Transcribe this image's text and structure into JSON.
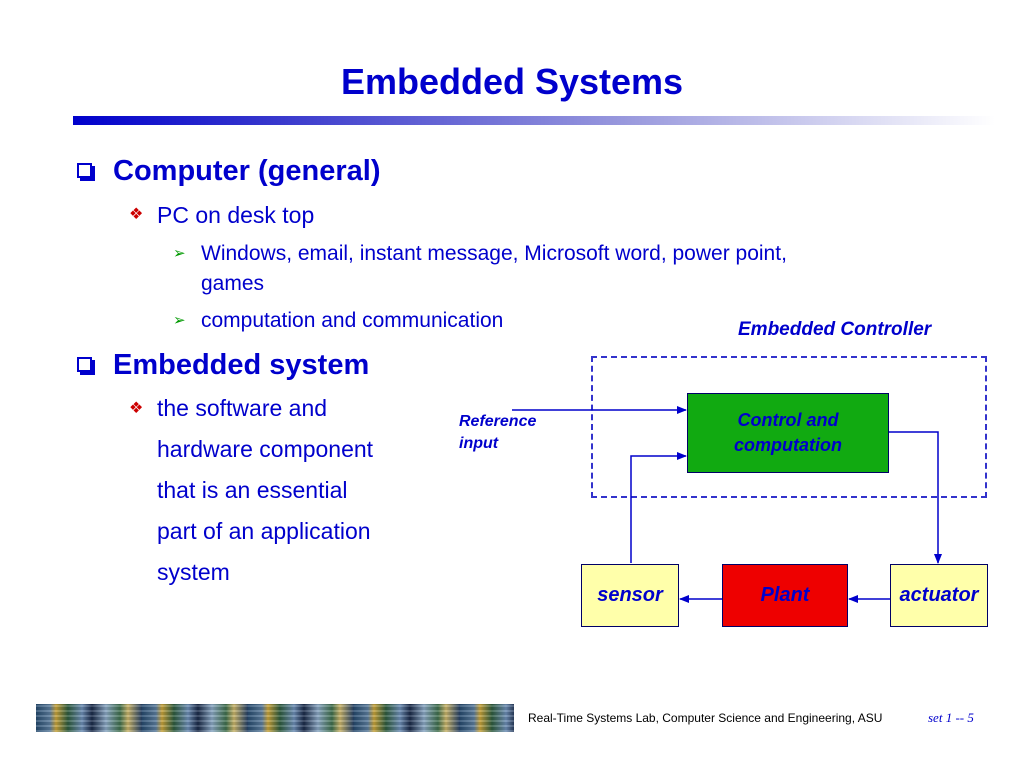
{
  "title": "Embedded Systems",
  "bullets": {
    "computer": {
      "heading": "Computer (general)",
      "sub": "PC on desk top",
      "items": [
        "Windows, email, instant message, Microsoft word, power point,",
        "games",
        "computation and communication"
      ]
    },
    "embedded": {
      "heading": "Embedded system",
      "lines": [
        "the software and",
        "hardware component",
        "that is an essential",
        "part of an application",
        "system"
      ]
    }
  },
  "diagram": {
    "controller_label": "Embedded Controller",
    "reference_input": [
      "Reference",
      "input"
    ],
    "control_box": [
      "Control and",
      "computation"
    ],
    "sensor": "sensor",
    "plant": "Plant",
    "actuator": "actuator",
    "colors": {
      "control": "#11aa11",
      "plant": "#ee0000",
      "io": "#ffffaa",
      "arrow": "#0000cc"
    }
  },
  "footer": {
    "lab": "Real-Time Systems Lab, Computer Science and Engineering, ASU",
    "slide": "set 1 -- 5"
  }
}
